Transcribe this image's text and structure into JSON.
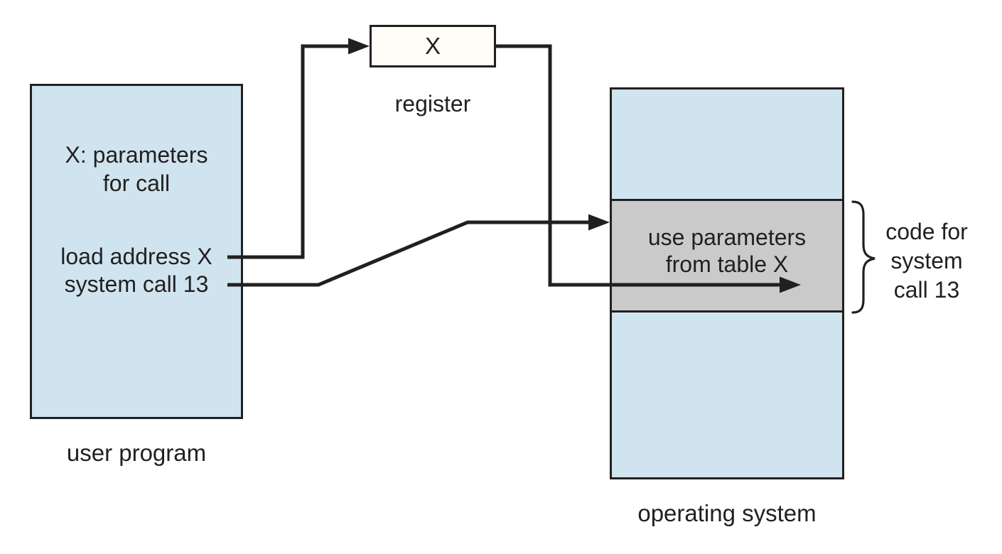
{
  "user_program": {
    "params_label": [
      "X: parameters",
      "for call"
    ],
    "instructions": [
      "load address X",
      "system call 13"
    ],
    "caption": "user program"
  },
  "register": {
    "value": "X",
    "caption": "register"
  },
  "operating_system": {
    "table_code": [
      "use parameters",
      "from table X"
    ],
    "caption": "operating system"
  },
  "brace_label": [
    "code for",
    "system",
    "call 13"
  ],
  "colors": {
    "program_fill": "#cfe4ee",
    "os_fill": "#cfe4ee",
    "table_fill": "#cacaca",
    "register_fill": "#fffdf6",
    "line": "#231f20"
  }
}
